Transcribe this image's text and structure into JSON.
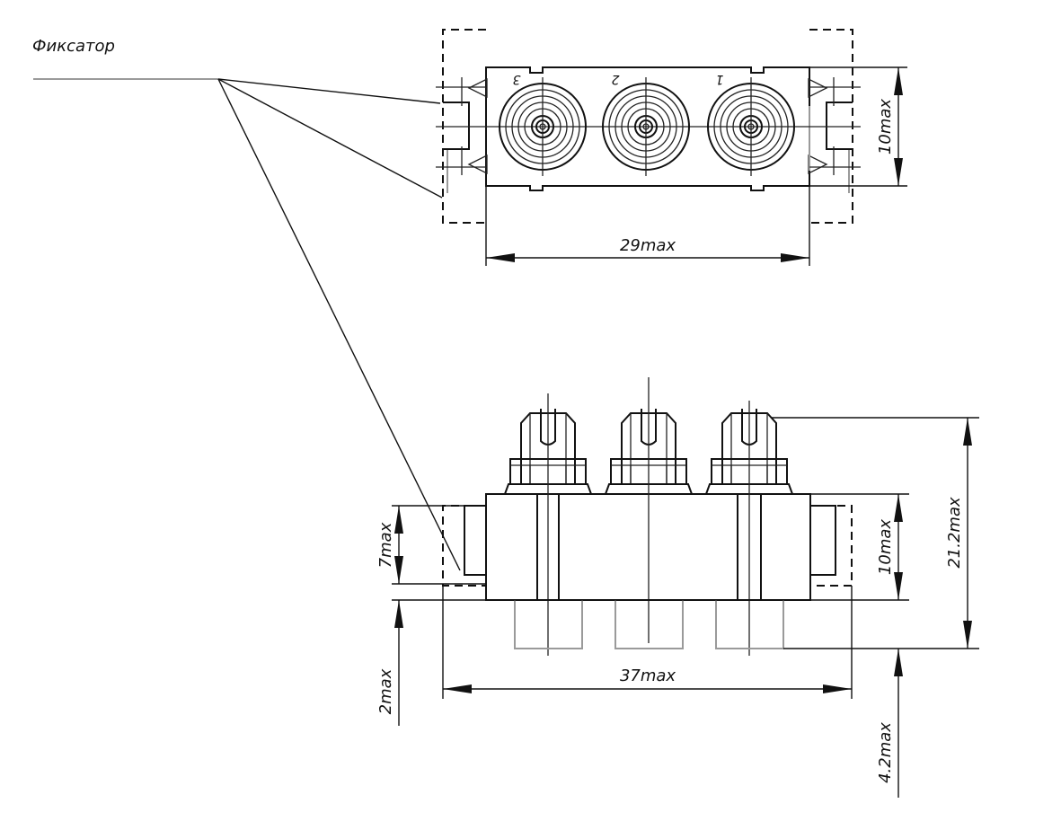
{
  "labels": {
    "fixator": "Фиксатор",
    "pin1": "1",
    "pin2": "2",
    "pin3": "3"
  },
  "dimensions": {
    "top_width": "29max",
    "top_height": "10max",
    "front_width": "37max",
    "front_body_height": "10max",
    "front_total_height": "21.2max",
    "latch_height": "7max",
    "latch_offset": "2max",
    "pin_length": "4.2max"
  },
  "colors": {
    "line": "#111111",
    "hidden_gray": "#9a9a9a",
    "background": "#ffffff"
  }
}
